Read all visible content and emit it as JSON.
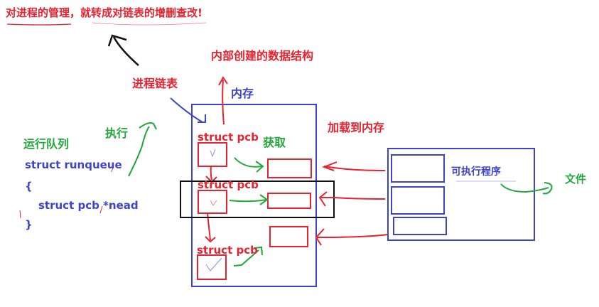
{
  "title": "对进程的管理，就转成对链表的增删查改!",
  "labels": {
    "internal_ds": "内部创建的数据结构",
    "process_list": "进程链表",
    "memory": "内存",
    "load_to_memory": "加载到内存",
    "execute": "执行",
    "fetch": "获取",
    "executable": "可执行程序",
    "file": "文件",
    "run_queue": "运行队列"
  },
  "code": {
    "line1": "struct runqueue",
    "line2": "{",
    "line3": "struct pcb *nead",
    "line4": "}"
  },
  "pcb_labels": [
    "struct pcb",
    "struct pcb",
    "struct pcb"
  ],
  "colors": {
    "red": "#e8232f",
    "blue": "#3d44c9",
    "green": "#22a83a",
    "black": "#111111"
  }
}
